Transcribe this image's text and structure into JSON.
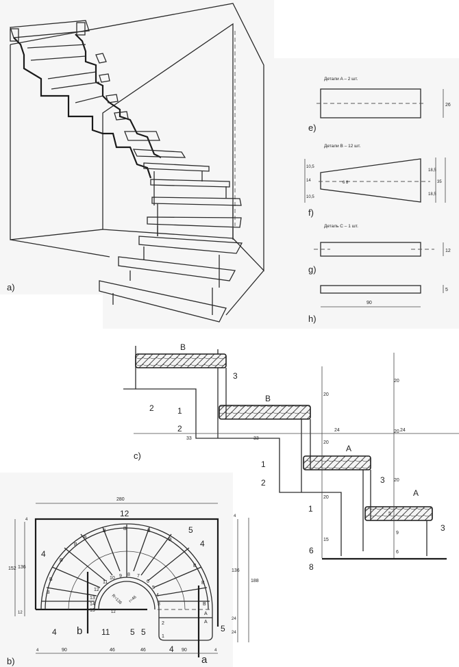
{
  "figure_labels": {
    "a": "a)",
    "b": "b)",
    "c": "c)",
    "e": "e)",
    "f": "f)",
    "g": "g)",
    "h": "h)"
  },
  "details": {
    "e": {
      "title": "Детали A – 2 шт.",
      "dim_height": "26"
    },
    "f": {
      "title": "Детали B – 12 шт.",
      "dim_left_top": "10,5",
      "dim_left_mid": "14",
      "dim_left_bot": "10,5",
      "dim_inner": "6 8",
      "dim_right_top": "18,5",
      "dim_right_mid": "35",
      "dim_right_bot": "18,5"
    },
    "g": {
      "title": "Деталь C – 1 шт.",
      "dim_height": "12"
    },
    "h": {
      "dim_height": "5",
      "dim_length": "90"
    }
  },
  "section_c": {
    "tread_labels": [
      "B",
      "B",
      "A",
      "A"
    ],
    "callouts": [
      "1",
      "2",
      "3",
      "6",
      "8"
    ],
    "dims": {
      "tread_depth_1": "33",
      "tread_depth_2": "33",
      "offset_1": "24",
      "offset_2": "24",
      "rise": "20",
      "rise_b": "15",
      "gap": "9",
      "base": "6",
      "tread_thick": "5"
    }
  },
  "plan_b": {
    "overall_width": "280",
    "left_total": "152",
    "left_inner": "136",
    "left_bottom": "12",
    "left_top": "4",
    "right_total": "188",
    "right_inner": "136",
    "right_a": "24",
    "right_b": "24",
    "right_top": "4",
    "bottom_dims": [
      "4",
      "90",
      "46",
      "46",
      "90",
      "4"
    ],
    "radius_outer": "R=136",
    "radius_inner": "r=46",
    "inner_small": "12",
    "step_numbers": [
      "1",
      "2",
      "3",
      "4",
      "5",
      "6",
      "7",
      "8",
      "9",
      "10",
      "11",
      "12",
      "13",
      "14",
      "15"
    ],
    "tread_letters": [
      "B",
      "B",
      "B",
      "B",
      "B",
      "B",
      "B",
      "B",
      "B",
      "B",
      "B",
      "B",
      "A",
      "A"
    ],
    "callouts": [
      "12",
      "5",
      "4",
      "4",
      "5",
      "5",
      "5",
      "11",
      "4"
    ],
    "section_marks": [
      "a",
      "b"
    ]
  }
}
